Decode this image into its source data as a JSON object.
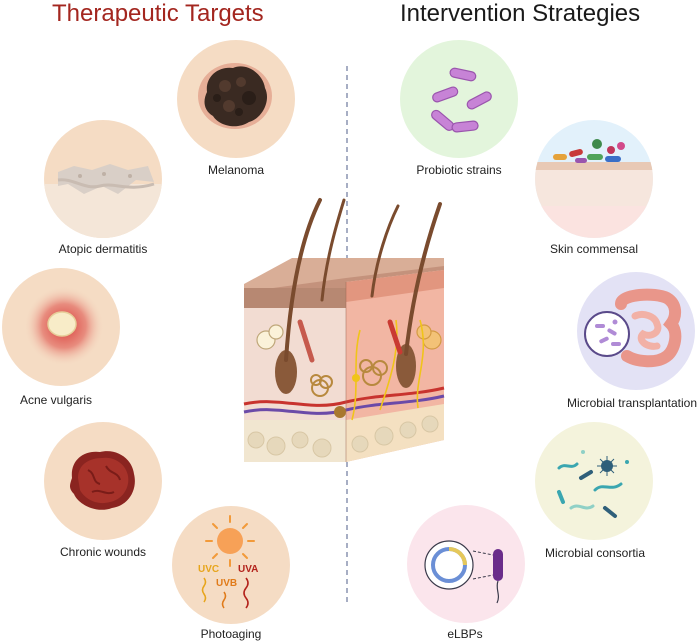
{
  "headings": {
    "targets": "Therapeutic Targets",
    "strategies": "Intervention Strategies"
  },
  "targets": [
    {
      "label": "Melanoma"
    },
    {
      "label": "Atopic dermatitis"
    },
    {
      "label": "Acne vulgaris"
    },
    {
      "label": "Chronic wounds"
    },
    {
      "label": "Photoaging"
    }
  ],
  "strategies": [
    {
      "label": "Probiotic strains"
    },
    {
      "label": "Skin commensal"
    },
    {
      "label": "Microbial transplantation"
    },
    {
      "label": "Microbial consortia"
    },
    {
      "label": "eLBPs"
    }
  ],
  "uv": {
    "uvc": "UVC",
    "uvb": "UVB",
    "uva": "UVA"
  },
  "colors": {
    "targets_heading": "#a3261f",
    "strategies_heading": "#1a1a1a",
    "target_circle": "#f5dcc4",
    "probiotic_circle": "#e3f5dc",
    "commensal_circle": "#e2f1fb",
    "transplant_circle": "#e3e2f5",
    "consortia_circle": "#f4f3dc",
    "elbp_circle": "#fbe5ec",
    "divider": "#8a93b0"
  }
}
